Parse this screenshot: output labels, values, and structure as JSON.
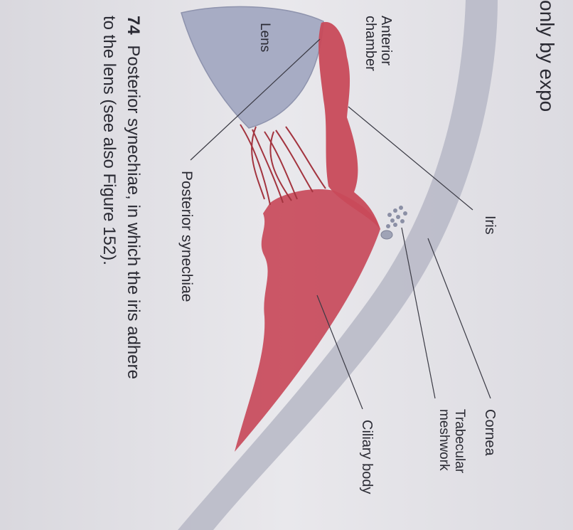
{
  "top_fragment": "only by expo",
  "labels": {
    "anterior_chamber": [
      "Anterior",
      "chamber"
    ],
    "lens": "Lens",
    "iris": "Iris",
    "posterior_synechiae": "Posterior synechiae",
    "cornea": "Cornea",
    "trabecular_meshwork": [
      "Trabecular",
      "meshwork"
    ],
    "ciliary_body": "Ciliary body"
  },
  "caption": {
    "number": "74",
    "line1": "Posterior synechiae, in which the iris adhere",
    "line2": "to the lens (see also Figure 152)."
  },
  "colors": {
    "page": "#e6e5e9",
    "cornea": "#b9bac8",
    "lens": "#a7acc4",
    "tissue": "#c84a5a",
    "tissue_dark": "#a3343f",
    "text": "#2a2a33"
  }
}
